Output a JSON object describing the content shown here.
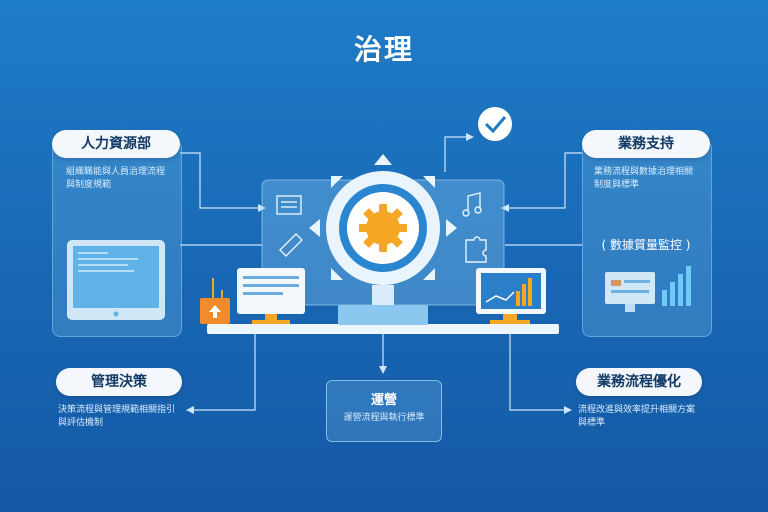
{
  "title": "治理",
  "panels": {
    "top_left": {
      "label": "人力資源部",
      "text": "組織職能與人員治理流程與制度規範"
    },
    "top_right": {
      "label": "業務支持",
      "text": "業務流程與數據治理相關制度與標準"
    },
    "top_right_sub": "( 數據質量監控 )",
    "bottom_left": {
      "label": "管理決策",
      "text": "決策流程與管理規範相關指引與評估機制"
    },
    "bottom_center": {
      "label": "運營",
      "text": "運營流程與執行標準"
    },
    "bottom_right": {
      "label": "業務流程優化",
      "text": "流程改進與效率提升相關方案與標準"
    }
  },
  "colors": {
    "bg_top": "#1f7cc6",
    "bg_bottom": "#1559a5",
    "gear": "#f5a623",
    "accent": "#f08c2a",
    "panel": "#7ab9eb",
    "check_circle": "#ffffff"
  },
  "icons": [
    "check-icon",
    "gear-icon",
    "document-icon",
    "bar-chart-icon",
    "clipboard-icon",
    "pencil-icon",
    "music-icon",
    "puzzle-icon",
    "up-arrow-icon"
  ]
}
